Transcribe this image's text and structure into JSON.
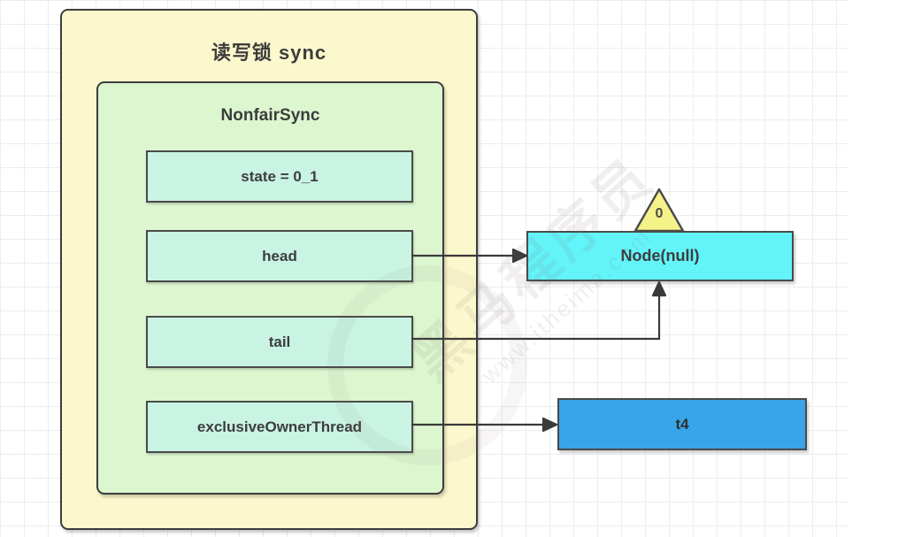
{
  "diagram": {
    "title_box": {
      "label": "读写锁 sync"
    },
    "sync_box": {
      "label": "NonfairSync"
    },
    "fields": [
      {
        "name": "state",
        "label": "state = 0_1"
      },
      {
        "name": "head",
        "label": "head"
      },
      {
        "name": "tail",
        "label": "tail"
      },
      {
        "name": "exclusiveOwnerThread",
        "label": "exclusiveOwnerThread"
      }
    ],
    "node": {
      "label": "Node(null)",
      "waitstatus": "0"
    },
    "thread": {
      "label": "t4"
    },
    "edges": [
      {
        "from": "head",
        "to": "Node(null)"
      },
      {
        "from": "tail",
        "to": "Node(null)"
      },
      {
        "from": "exclusiveOwnerThread",
        "to": "t4"
      }
    ],
    "watermark": {
      "brand": "黑马程序员",
      "url": "www.itheima.com"
    },
    "colors": {
      "outer_fill": "#fcf8cd",
      "inner_fill": "#dcf6d0",
      "field_fill": "#c9f3e3",
      "node_fill": "#63f4fa",
      "thread_fill": "#38a5e8",
      "badge_fill": "#f5f289",
      "stroke": "#3d3d3d"
    }
  }
}
